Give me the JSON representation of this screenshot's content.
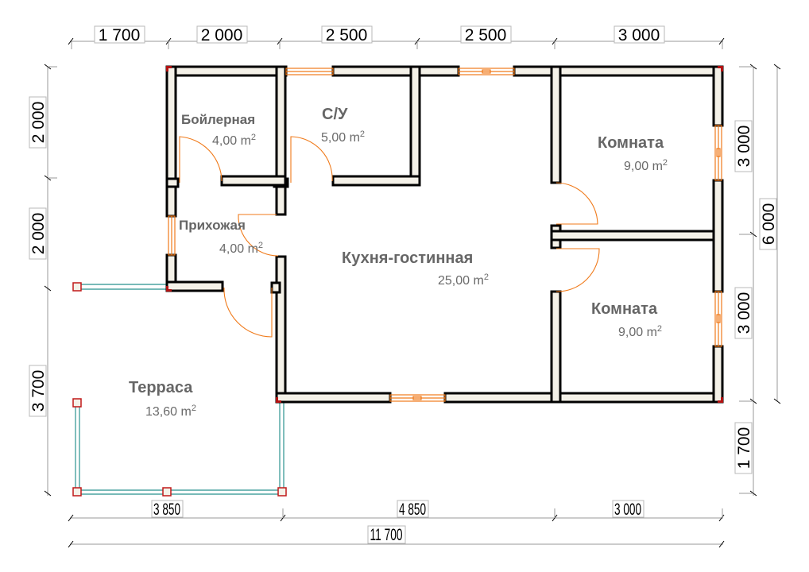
{
  "drawing": {
    "title": "Floor plan",
    "units": "mm",
    "colors": {
      "wall_fill": "#f4f1e8",
      "wall_stroke": "#000000",
      "opening": "#f07a1a",
      "railing": "#4aa3a0",
      "post": "#c01818",
      "room_label": "#666666"
    }
  },
  "rooms": [
    {
      "name": "Бойлерная",
      "area": "4,00",
      "unit": "m",
      "sup": "2"
    },
    {
      "name": "С/У",
      "area": "5,00",
      "unit": "m",
      "sup": "2"
    },
    {
      "name": "Прихожая",
      "area": "4,00",
      "unit": "m",
      "sup": "2"
    },
    {
      "name": "Кухня-гостинная",
      "area": "25,00",
      "unit": "m",
      "sup": "2"
    },
    {
      "name": "Комната",
      "area": "9,00",
      "unit": "m",
      "sup": "2"
    },
    {
      "name": "Комната",
      "area": "9,00",
      "unit": "m",
      "sup": "2"
    },
    {
      "name": "Терраса",
      "area": "13,60",
      "unit": "m",
      "sup": "2"
    }
  ],
  "dimensions": {
    "top": [
      "1 700",
      "2 000",
      "2 500",
      "2 500",
      "3 000"
    ],
    "left": [
      "2 000",
      "2 000",
      "3 700"
    ],
    "right_inner": [
      "3 000",
      "3 000",
      "1 700"
    ],
    "right_outer": "6 000",
    "bottom": [
      "3 850",
      "4 850",
      "3 000"
    ],
    "overall": "11 700"
  }
}
